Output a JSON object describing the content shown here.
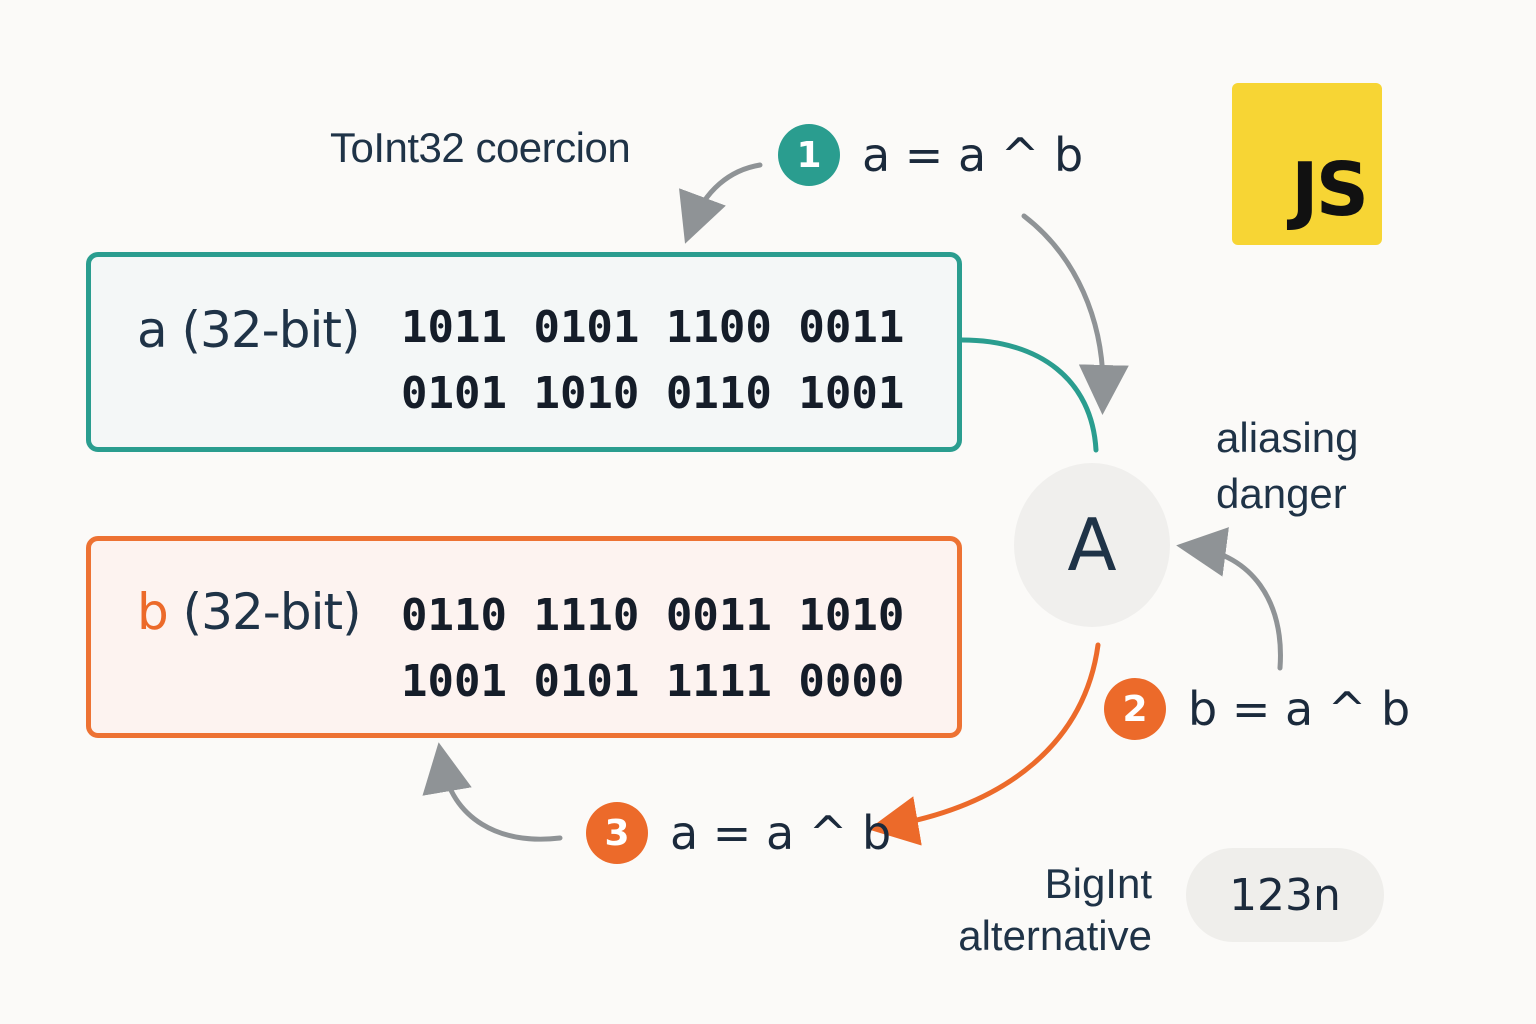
{
  "coercion_label": "ToInt32 coercion",
  "steps": [
    {
      "number": "1",
      "expr": "a = a ^ b",
      "color": "#2a9d8f"
    },
    {
      "number": "2",
      "expr": "b = a ^ b",
      "color": "#ec6a2a"
    },
    {
      "number": "3",
      "expr": "a = a ^ b",
      "color": "#ec6a2a"
    }
  ],
  "logo": "JS",
  "register_a": {
    "name": "a",
    "size": "(32-bit)",
    "bits": "1011 0101 1100 0011\n0101 1010 0110 1001",
    "color": "#2a9d8f"
  },
  "register_b": {
    "name": "b",
    "size": "(32-bit)",
    "bits": "0110 1110 0011 1010\n1001 0101 1111 0000",
    "color": "#ed7233"
  },
  "node_label": "A",
  "aliasing_label": "aliasing\ndanger",
  "bigint_label": "BigInt\nalternative",
  "bigint_value": "123n"
}
